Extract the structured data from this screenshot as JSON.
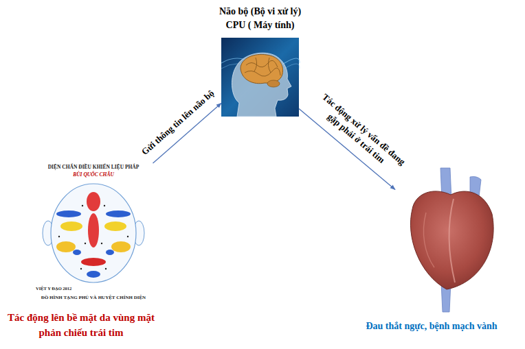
{
  "diagram": {
    "nodes": [
      {
        "text": [
          "Não bộ (Bộ vi xử lý)",
          "CPU ( Máy tính)"
        ]
      },
      {
        "text": [
          "Tác động lên bề mặt da vùng mặt phản chiếu trái tim"
        ]
      },
      {
        "text": [
          "Đau thắt ngực, bệnh mạch vành"
        ]
      }
    ],
    "edges": [
      {
        "from": 1,
        "to": 0,
        "arrow": "to",
        "label": "Gửi thông tin lên não bộ"
      },
      {
        "from": 0,
        "to": 2,
        "arrow": "to",
        "label": "Tác động xử lý vấn đề đang gặp phải ở trái tim"
      }
    ],
    "labels": [
      "DIỆN CHẨN ĐIỀU KHIỂN LIỆU PHÁP",
      "BÙI QUỐC CHÂU",
      "VIỆT Y ĐẠO 2012",
      "ĐỒ HÌNH TẠNG PHỦ VÀ HUYỆT CHÍNH DIỆN"
    ]
  }
}
